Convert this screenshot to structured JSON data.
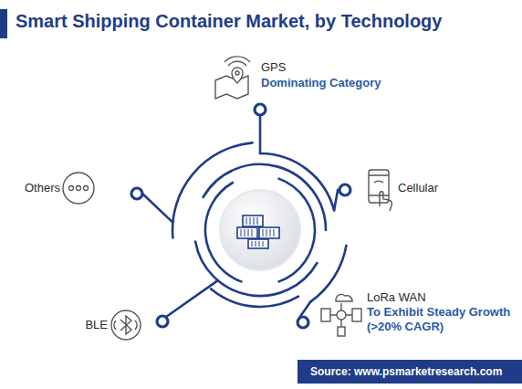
{
  "diagram": {
    "title": "Smart Shipping Container Market, by Technology",
    "caption": "Source: www.psmarketresearch.com",
    "labels": [
      "GPS",
      "Dominating Category",
      "Cellular",
      "LoRa WAN",
      "To Exhibit Steady Growth (>20% CAGR)",
      "BLE",
      "Others"
    ]
  }
}
